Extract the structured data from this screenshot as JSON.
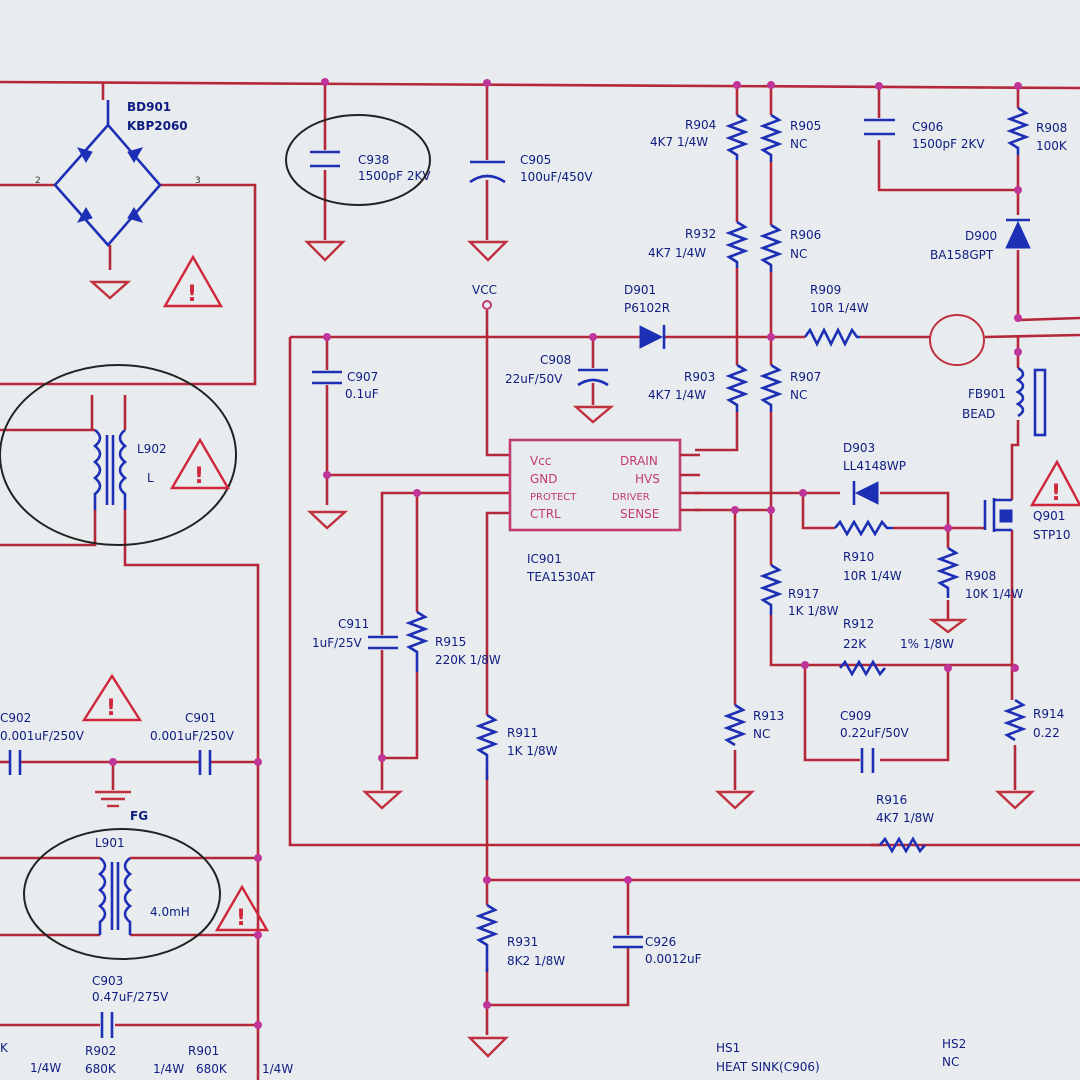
{
  "colors": {
    "wire": "#b5283a",
    "component": "#1c2fb5",
    "label": "#0e1c82",
    "background": "#e9ecee",
    "warning": "#d0263a"
  },
  "components": {
    "bd901": {
      "ref": "BD901",
      "value": "KBP2060"
    },
    "c938": {
      "ref": "C938",
      "value": "1500pF 2KV"
    },
    "c905": {
      "ref": "C905",
      "value": "100uF/450V"
    },
    "r904": {
      "ref": "R904",
      "value": "4K7 1/4W"
    },
    "r905": {
      "ref": "R905",
      "value": "NC"
    },
    "c_top": {
      "ref": "C906",
      "value": "1500pF 2KV"
    },
    "r_top": {
      "ref": "R908",
      "value": "100K"
    },
    "r932": {
      "ref": "R932",
      "value": "4K7 1/4W"
    },
    "r906": {
      "ref": "R906",
      "value": "NC"
    },
    "d900": {
      "ref": "D900",
      "value": "BA158GPT"
    },
    "vcc": {
      "label": "VCC"
    },
    "d901": {
      "ref": "D901",
      "value": "P6102R"
    },
    "r909": {
      "ref": "R909",
      "value": "10R 1/4W"
    },
    "c907": {
      "ref": "C907",
      "value": "0.1uF"
    },
    "c908": {
      "ref": "C908",
      "value": "22uF/50V"
    },
    "r903": {
      "ref": "R903",
      "value": "4K7 1/4W"
    },
    "r907": {
      "ref": "R907",
      "value": "NC"
    },
    "fb901": {
      "ref": "FB901",
      "value": "BEAD"
    },
    "l902": {
      "ref": "L902",
      "value": "L"
    },
    "ic901": {
      "ref": "IC901",
      "value": "TEA1530AT",
      "pins_left": [
        "Vcc",
        "GND",
        "PROTECT",
        "CTRL"
      ],
      "pins_right": [
        "DRAIN",
        "HVS",
        "DRIVER",
        "SENSE"
      ]
    },
    "d903": {
      "ref": "D903",
      "value": "LL4148WP"
    },
    "q901": {
      "ref": "Q901",
      "value": "STP10"
    },
    "r910": {
      "ref": "R910",
      "value": "10R 1/4W"
    },
    "r908": {
      "ref": "R908",
      "value": "10K 1/4W"
    },
    "r917": {
      "ref": "R917",
      "value": "1K 1/8W"
    },
    "r912": {
      "ref": "R912",
      "value": "22K",
      "tolerance": "1% 1/8W"
    },
    "c911": {
      "ref": "C911",
      "value": "1uF/25V"
    },
    "r915": {
      "ref": "R915",
      "value": "220K 1/8W"
    },
    "c902": {
      "ref": "C902",
      "value": "0.001uF/250V"
    },
    "c901": {
      "ref": "C901",
      "value": "0.001uF/250V"
    },
    "r911": {
      "ref": "R911",
      "value": "1K 1/8W"
    },
    "r913": {
      "ref": "R913",
      "value": "NC"
    },
    "c909": {
      "ref": "C909",
      "value": "0.22uF/50V"
    },
    "r914": {
      "ref": "R914",
      "value": "0.22"
    },
    "fg": {
      "label": "FG"
    },
    "r916": {
      "ref": "R916",
      "value": "4K7 1/8W"
    },
    "l901": {
      "ref": "L901",
      "value": "4.0mH"
    },
    "r931": {
      "ref": "R931",
      "value": "8K2 1/8W"
    },
    "c926": {
      "ref": "C926",
      "value": "0.0012uF"
    },
    "c903": {
      "ref": "C903",
      "value": "0.47uF/275V"
    },
    "r902": {
      "ref": "R902",
      "value": "680K"
    },
    "r901": {
      "ref": "R901",
      "value": "680K"
    },
    "hs1": {
      "ref": "HS1",
      "value": "HEAT SINK(C906)"
    },
    "hs2": {
      "ref": "HS2",
      "value": "NC"
    }
  },
  "fragments": {
    "left_b": "K",
    "left_w": "1/4W",
    "r901_w": "1/4W",
    "r901_w2": "1/4W"
  }
}
